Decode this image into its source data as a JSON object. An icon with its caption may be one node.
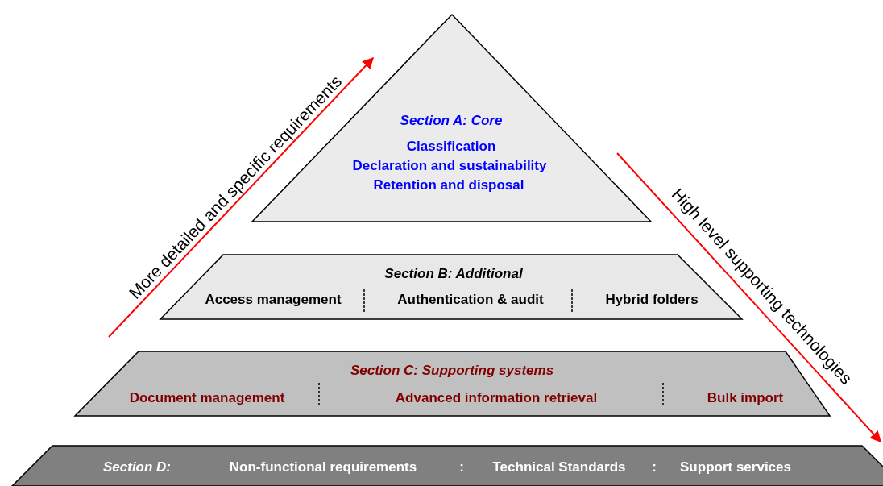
{
  "diagram": {
    "nodes": [
      {
        "text": [
          "Section A: Core",
          "Classification",
          "Declaration and sustainability",
          "Retention and disposal"
        ]
      },
      {
        "text": [
          "Section B: Additional",
          "Access management",
          "Authentication & audit",
          "Hybrid folders"
        ]
      },
      {
        "text": [
          "Section C: Supporting systems",
          "Document management",
          "Advanced information retrieval",
          "Bulk import"
        ]
      },
      {
        "text": [
          "Section D:",
          "Non-functional requirements",
          ":",
          "Technical Standards",
          ":",
          "Support services"
        ]
      }
    ],
    "edges": [],
    "labels": [
      "More detailed and specific requirements",
      "High level supporting technologies"
    ]
  }
}
